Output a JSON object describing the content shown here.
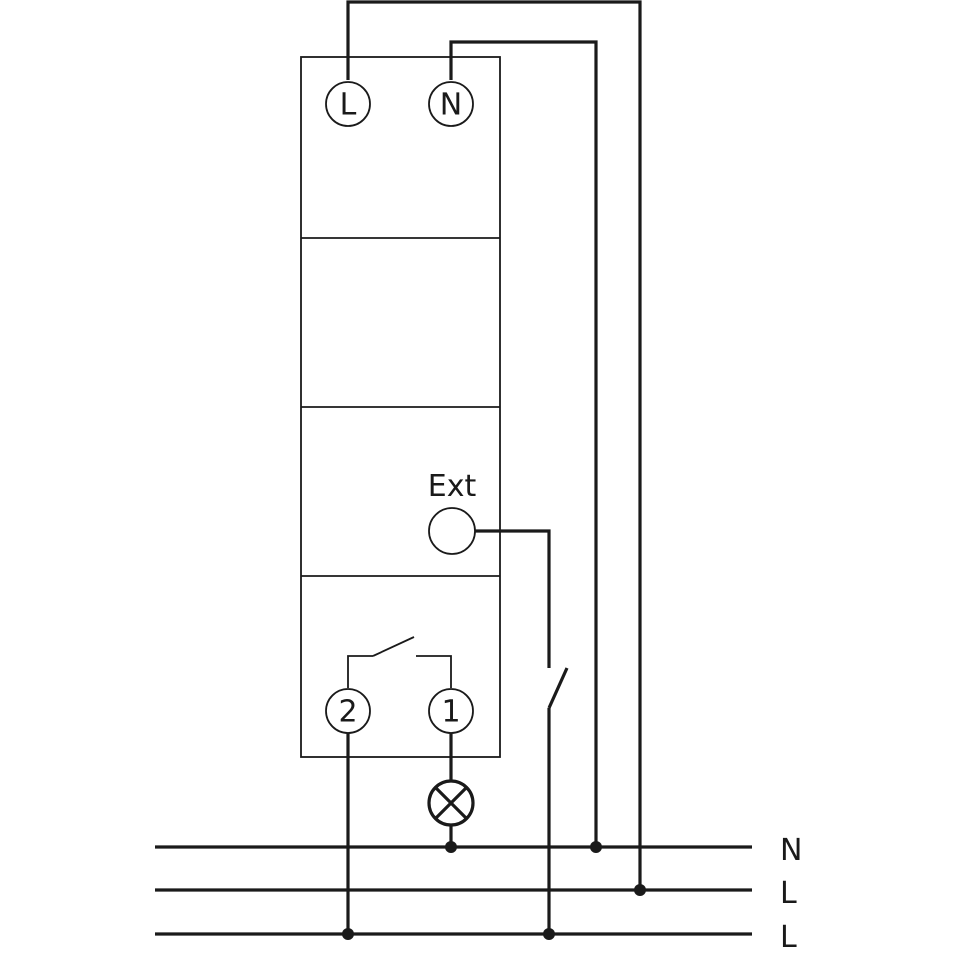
{
  "device": {
    "terminals": {
      "top_left": "L",
      "top_right": "N",
      "ext_label": "Ext",
      "bottom_left": "2",
      "bottom_right": "1"
    }
  },
  "bus_labels": {
    "n": "N",
    "l1": "L",
    "l2": "L"
  }
}
